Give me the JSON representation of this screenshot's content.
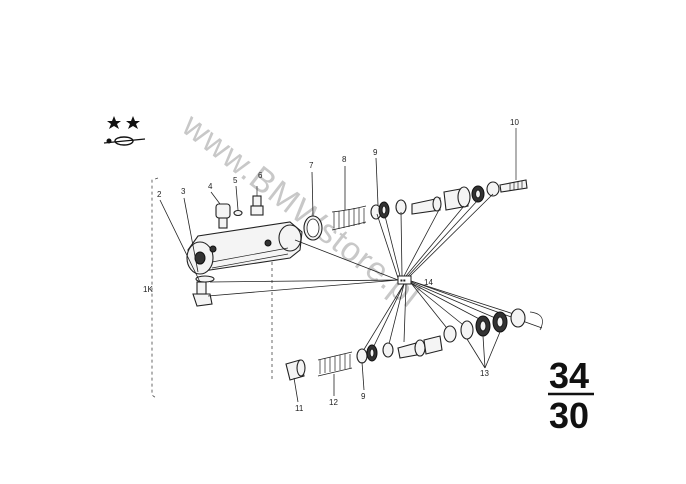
{
  "diagram": {
    "group_number_top": "34",
    "group_number_bottom": "30",
    "watermark": "www.BMWstore.pl",
    "side_mark": "1K",
    "part_labels": {
      "p2": "2",
      "p3": "3",
      "p4": "4",
      "p5": "5",
      "p6": "6",
      "p7": "7",
      "p8": "8",
      "p9_top": "9",
      "p10": "10",
      "p11": "11",
      "p12": "12",
      "p9_bottom": "9",
      "p13": "13",
      "p14": "14"
    },
    "kit_badge": "▪▪",
    "icons": [
      "two-stars-icon",
      "steering-wheel-icon"
    ]
  }
}
